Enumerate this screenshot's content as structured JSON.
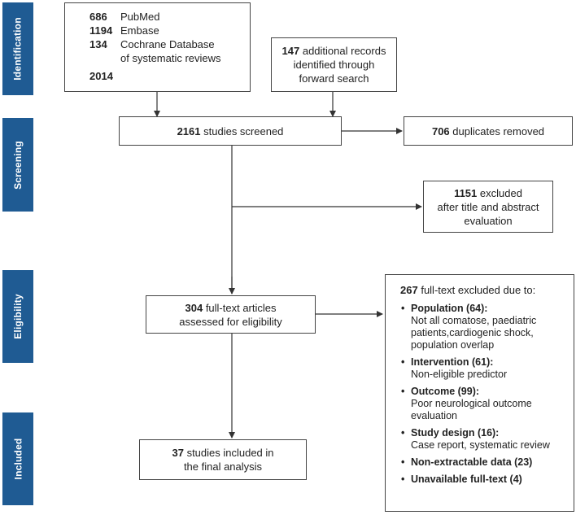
{
  "stages": [
    "Identification",
    "Screening",
    "Eligibility",
    "Included"
  ],
  "sources": [
    {
      "count": "686",
      "name": "PubMed"
    },
    {
      "count": "1194",
      "name": "Embase"
    },
    {
      "count": "134",
      "name": "Cochrane Database"
    },
    {
      "count": "",
      "name": "of systematic reviews"
    },
    {
      "count": "2014",
      "name": ""
    }
  ],
  "additional": {
    "count": "147",
    "line1": "additional records",
    "line2": "identified through",
    "line3": "forward search"
  },
  "screened": {
    "count": "2161",
    "label": "studies screened"
  },
  "duplicates": {
    "count": "706",
    "label": "duplicates removed"
  },
  "excluded_title": {
    "count": "1151",
    "label": "excluded",
    "line2": "after title and abstract",
    "line3": "evaluation"
  },
  "fulltext": {
    "count": "304",
    "label": "full-text articles",
    "line2": "assessed for eligibility"
  },
  "fulltext_excluded": {
    "count": "267",
    "label": "full-text excluded due to:",
    "reasons": [
      {
        "title": "Population (64):",
        "detail": "Not all comatose, paediatric patients,cardiogenic shock, population overlap"
      },
      {
        "title": "Intervention (61):",
        "detail": "Non-eligible predictor"
      },
      {
        "title": "Outcome (99):",
        "detail": "Poor neurological outcome evaluation"
      },
      {
        "title": "Study design (16):",
        "detail": "Case report, systematic review"
      },
      {
        "title": "Non-extractable data (23)",
        "detail": ""
      },
      {
        "title": "Unavailable full-text (4)",
        "detail": ""
      }
    ]
  },
  "included": {
    "count": "37",
    "label": "studies included in",
    "line2": "the final analysis"
  }
}
